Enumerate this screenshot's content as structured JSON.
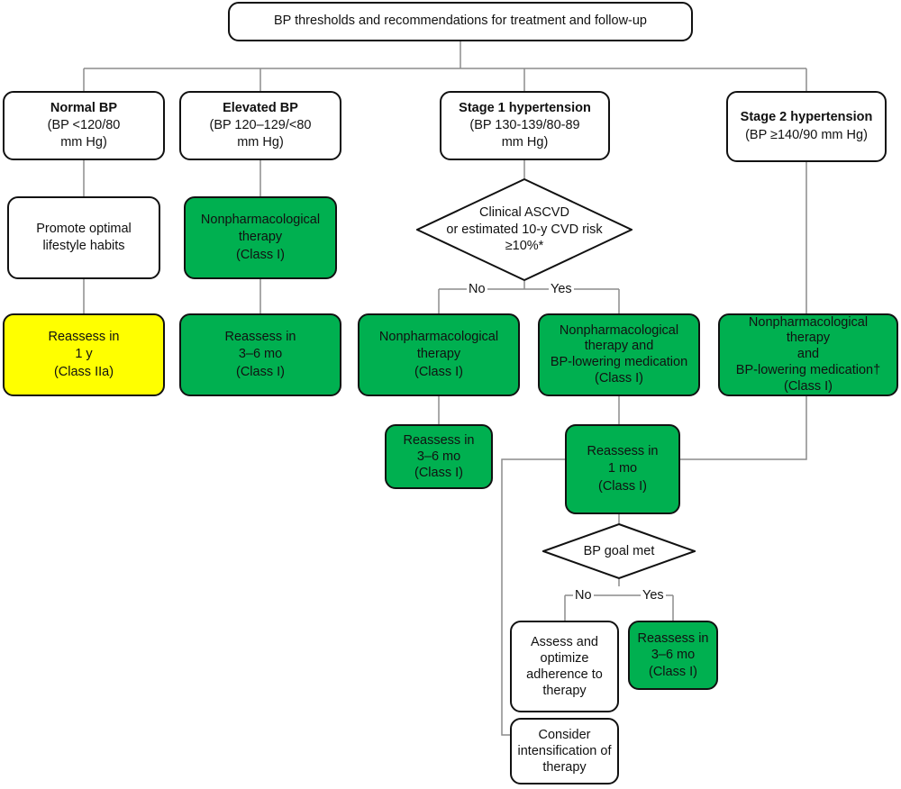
{
  "title": "BP thresholds and recommendations for treatment and follow-up",
  "categories": {
    "normal": {
      "title": "Normal BP",
      "lines": [
        "(BP <120/80",
        "mm Hg)"
      ]
    },
    "elevated": {
      "title": "Elevated BP",
      "lines": [
        "(BP 120–129/<80",
        "mm Hg)"
      ]
    },
    "stage1": {
      "title": "Stage 1 hypertension",
      "lines": [
        "(BP 130-139/80-89",
        "mm Hg)"
      ]
    },
    "stage2": {
      "title": "Stage 2 hypertension",
      "lines": [
        "(BP ≥140/90 mm Hg)"
      ]
    }
  },
  "normal_path": {
    "lifestyle": [
      "Promote optimal",
      "lifestyle habits"
    ],
    "reassess": [
      "Reassess in",
      "1 y",
      "(Class IIa)"
    ]
  },
  "elevated_path": {
    "therapy": [
      "Nonpharmacological",
      "therapy",
      "(Class I)"
    ],
    "reassess": [
      "Reassess in",
      "3–6 mo",
      "(Class I)"
    ]
  },
  "stage1_decision": {
    "question": [
      "Clinical ASCVD",
      "or estimated 10-y CVD risk",
      "≥10%*"
    ],
    "no_label": "No",
    "yes_label": "Yes",
    "no_therapy": [
      "Nonpharmacological",
      "therapy",
      "(Class I)"
    ],
    "no_reassess": [
      "Reassess in",
      "3–6 mo",
      "(Class I)"
    ],
    "yes_therapy": [
      "Nonpharmacological",
      "therapy and",
      "BP-lowering medication",
      "(Class I)"
    ],
    "yes_reassess": [
      "Reassess in",
      "1 mo",
      "(Class I)"
    ]
  },
  "stage2_path": {
    "therapy": [
      "Nonpharmacological therapy",
      "and",
      "BP-lowering medication†",
      "(Class I)"
    ]
  },
  "goal_decision": {
    "question": "BP goal met",
    "no_label": "No",
    "yes_label": "Yes",
    "assess": [
      "Assess and",
      "optimize",
      "adherence to",
      "therapy"
    ],
    "reassess": [
      "Reassess in",
      "3–6 mo",
      "(Class I)"
    ],
    "intensify": [
      "Consider",
      "intensification of",
      "therapy"
    ]
  },
  "colors": {
    "green": "#00b050",
    "yellow": "#ffff00",
    "border": "#111111",
    "connector": "#8c8c8c"
  }
}
